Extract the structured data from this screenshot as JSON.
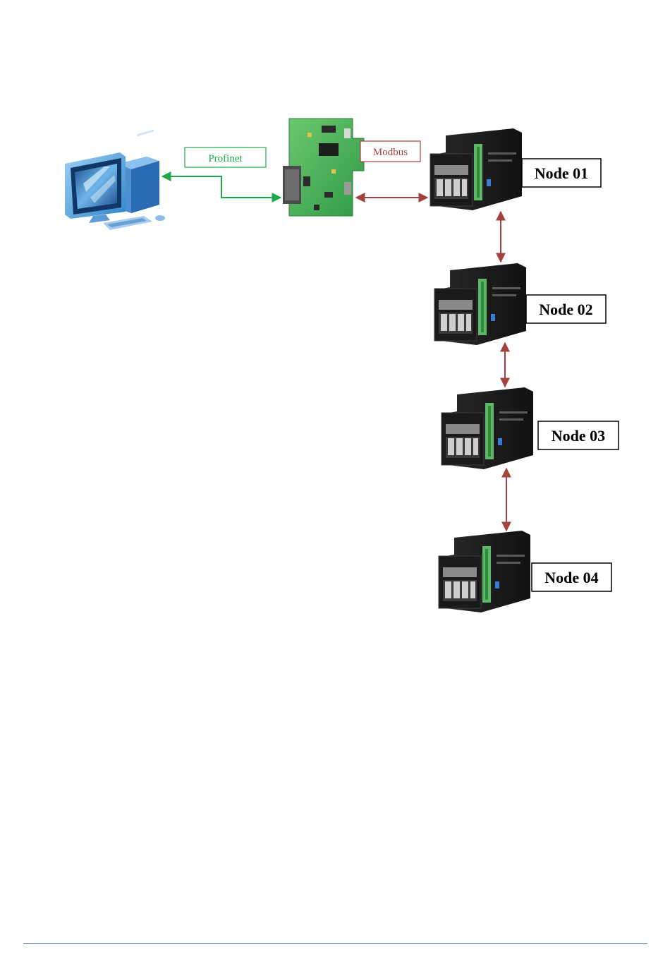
{
  "diagram": {
    "profinet_label": "Profinet",
    "modbus_label": "Modbus",
    "nodes": [
      {
        "label": "Node 01"
      },
      {
        "label": "Node 02"
      },
      {
        "label": "Node 03"
      },
      {
        "label": "Node 04"
      }
    ]
  },
  "colors": {
    "profinet": "#1fa84a",
    "modbus": "#a4423f",
    "node_border": "#000000",
    "footer_rule": "#4a6f95",
    "board_green": "#3fae4e"
  }
}
